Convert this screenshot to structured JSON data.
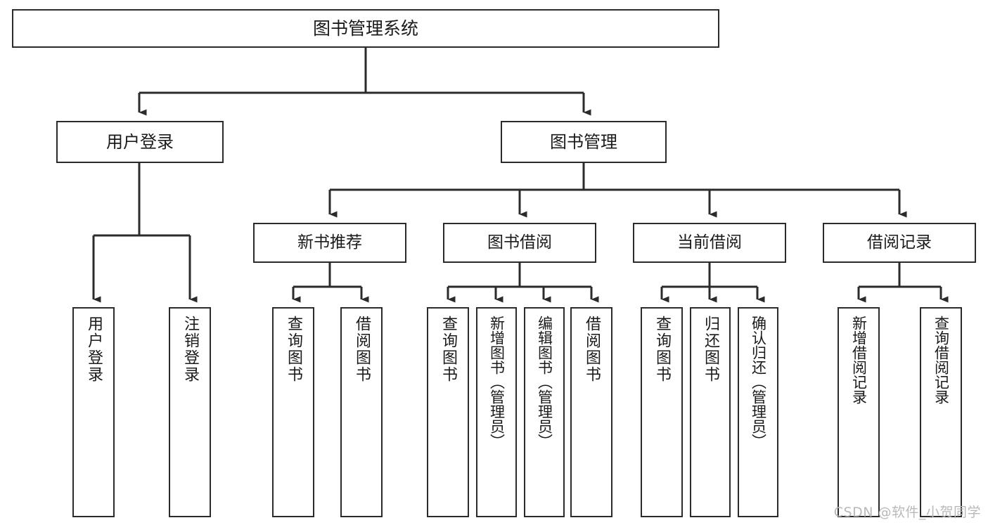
{
  "diagram": {
    "title": "图书管理系统",
    "type": "tree",
    "watermark": "CSDN @软件_小贺同学",
    "colors": {
      "box_border": "#2b2b2b",
      "box_fill": "#ffffff",
      "text": "#1a1a1a",
      "connector": "#2b2b2b",
      "watermark": "#b9b9b9",
      "background": "#ffffff"
    },
    "root": {
      "label": "图书管理系统"
    },
    "level1": [
      {
        "label": "用户登录"
      },
      {
        "label": "图书管理"
      }
    ],
    "level2": [
      {
        "label": "新书推荐",
        "parent": "图书管理"
      },
      {
        "label": "图书借阅",
        "parent": "图书管理"
      },
      {
        "label": "当前借阅",
        "parent": "图书管理"
      },
      {
        "label": "借阅记录",
        "parent": "图书管理"
      }
    ],
    "leaves": {
      "user_login": [
        {
          "label": "用户登录"
        },
        {
          "label": "注销登录"
        }
      ],
      "new_book_recommend": [
        {
          "label": "查询图书"
        },
        {
          "label": "借阅图书"
        }
      ],
      "book_borrow": [
        {
          "label": "查询图书"
        },
        {
          "label": "新增图书（管理员）"
        },
        {
          "label": "编辑图书（管理员）"
        },
        {
          "label": "借阅图书"
        }
      ],
      "current_borrow": [
        {
          "label": "查询图书"
        },
        {
          "label": "归还图书"
        },
        {
          "label": "确认归还（管理员）"
        }
      ],
      "borrow_record": [
        {
          "label": "新增借阅记录"
        },
        {
          "label": "查询借阅记录"
        }
      ]
    }
  }
}
